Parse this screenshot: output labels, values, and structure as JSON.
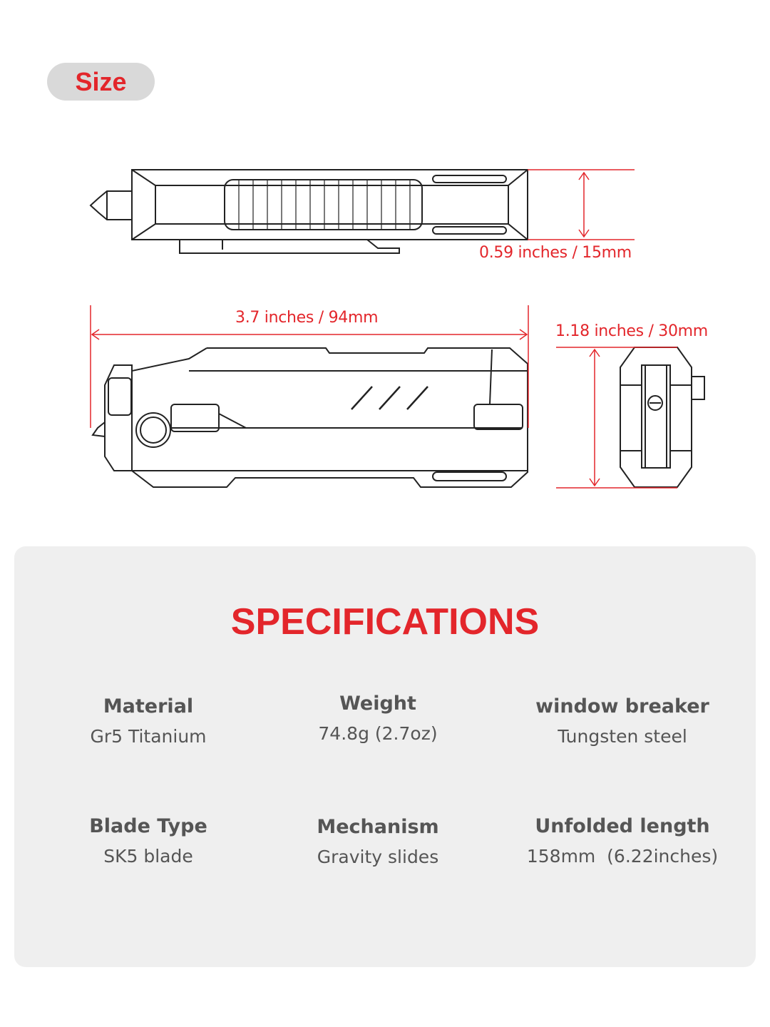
{
  "size_badge": "Size",
  "dimensions": {
    "thickness": "0.59 inches / 15mm",
    "length": "3.7 inches / 94mm",
    "width": "1.18 inches / 30mm"
  },
  "specifications": {
    "title": "SPECIFICATIONS",
    "items": [
      {
        "label": "Material",
        "value": "Gr5 Titanium"
      },
      {
        "label": "Weight",
        "value": "74.8g (2.7oz)"
      },
      {
        "label": "window breaker",
        "value": "Tungsten steel"
      },
      {
        "label": "Blade Type",
        "value": "SK5 blade"
      },
      {
        "label": "Mechanism",
        "value": "Gravity slides"
      },
      {
        "label": "Unfolded length",
        "value": "158mm  (6.22inches)"
      }
    ]
  },
  "colors": {
    "accent": "#e3262b",
    "panel": "#efefef",
    "badge": "#d9d9d9"
  }
}
